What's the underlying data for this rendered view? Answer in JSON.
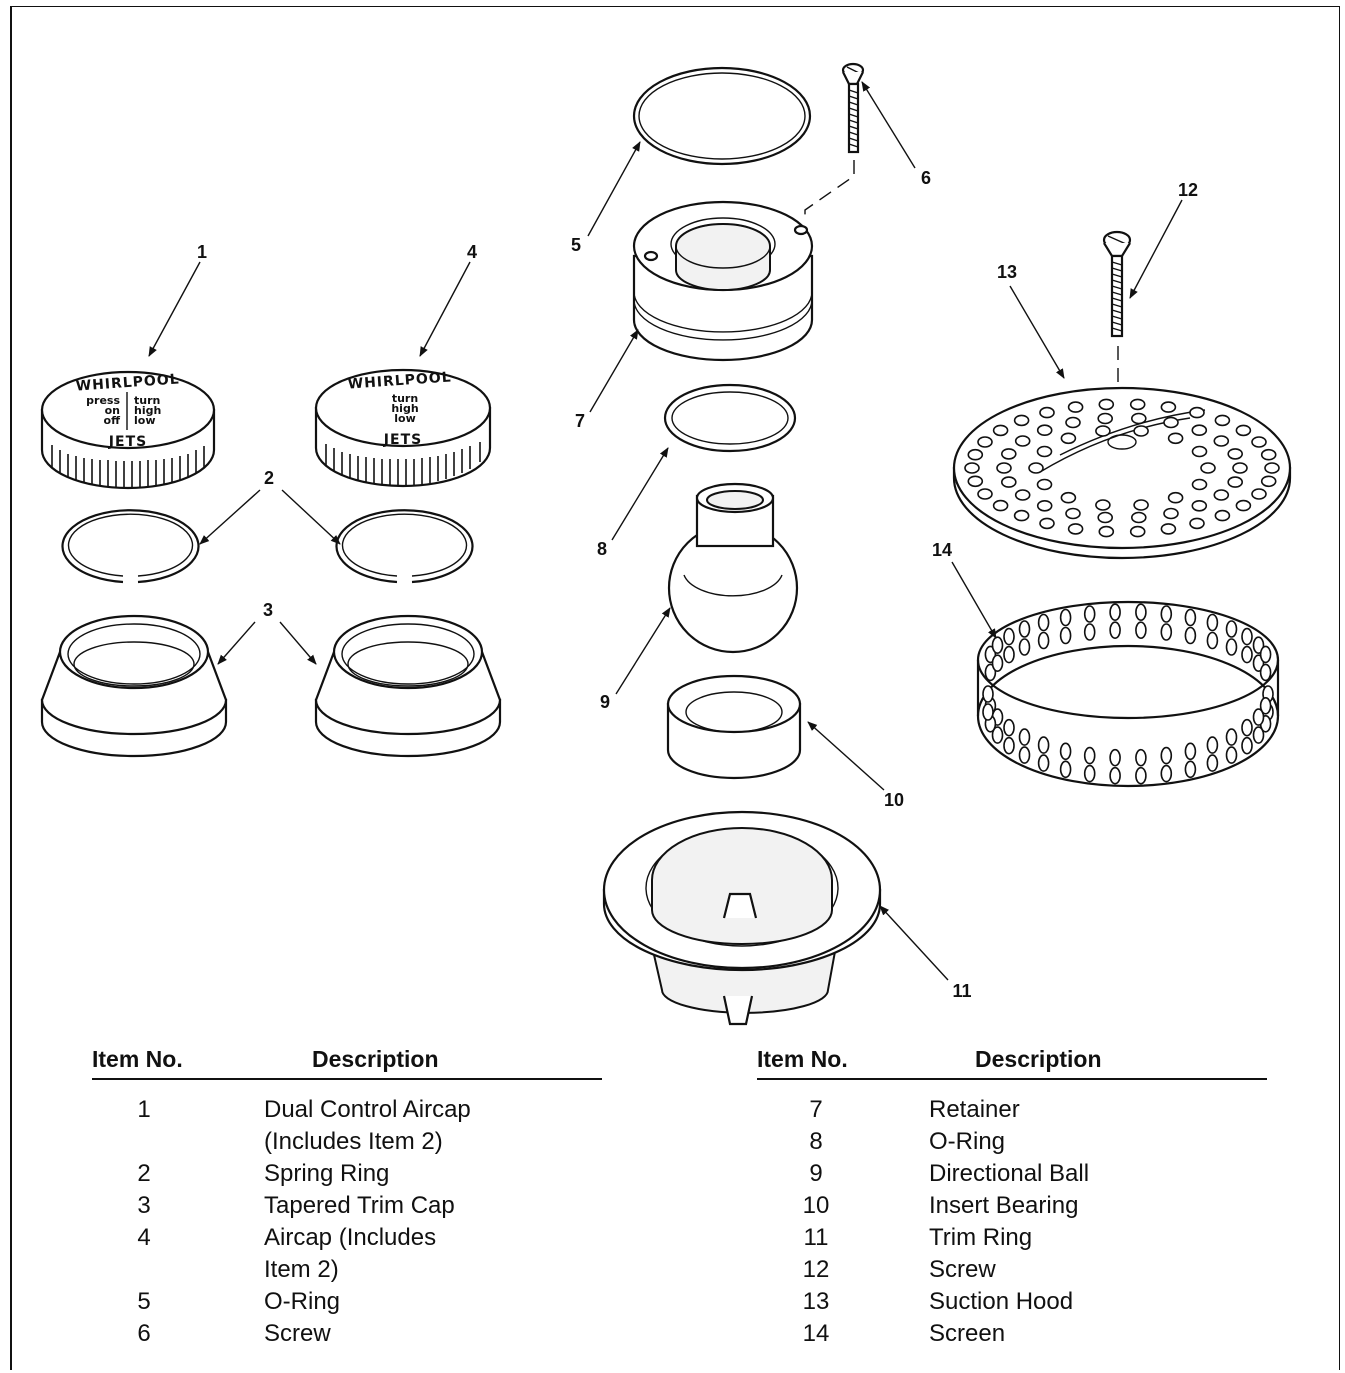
{
  "callouts": [
    "1",
    "2",
    "3",
    "4",
    "5",
    "6",
    "7",
    "8",
    "9",
    "10",
    "11",
    "12",
    "13",
    "14"
  ],
  "cap1": {
    "brand": "WHIRLPOOL",
    "left_lines": [
      "press",
      "on",
      "off"
    ],
    "right_lines": [
      "turn",
      "high",
      "low"
    ],
    "bottom": "JETS"
  },
  "cap4": {
    "brand": "WHIRLPOOL",
    "lines": [
      "turn",
      "high",
      "low"
    ],
    "bottom": "JETS"
  },
  "table_headers": {
    "item_no": "Item No.",
    "description": "Description"
  },
  "parts_left": [
    {
      "no": "1",
      "desc": [
        "Dual Control Aircap",
        "(Includes Item 2)"
      ]
    },
    {
      "no": "2",
      "desc": [
        "Spring Ring"
      ]
    },
    {
      "no": "3",
      "desc": [
        "Tapered Trim Cap"
      ]
    },
    {
      "no": "4",
      "desc": [
        "Aircap (Includes",
        "Item 2)"
      ]
    },
    {
      "no": "5",
      "desc": [
        "O-Ring"
      ]
    },
    {
      "no": "6",
      "desc": [
        "Screw"
      ]
    }
  ],
  "parts_right": [
    {
      "no": "7",
      "desc": [
        "Retainer"
      ]
    },
    {
      "no": "8",
      "desc": [
        "O-Ring"
      ]
    },
    {
      "no": "9",
      "desc": [
        "Directional Ball"
      ]
    },
    {
      "no": "10",
      "desc": [
        "Insert Bearing"
      ]
    },
    {
      "no": "11",
      "desc": [
        "Trim Ring"
      ]
    },
    {
      "no": "12",
      "desc": [
        "Screw"
      ]
    },
    {
      "no": "13",
      "desc": [
        "Suction Hood"
      ]
    },
    {
      "no": "14",
      "desc": [
        "Screen"
      ]
    }
  ]
}
